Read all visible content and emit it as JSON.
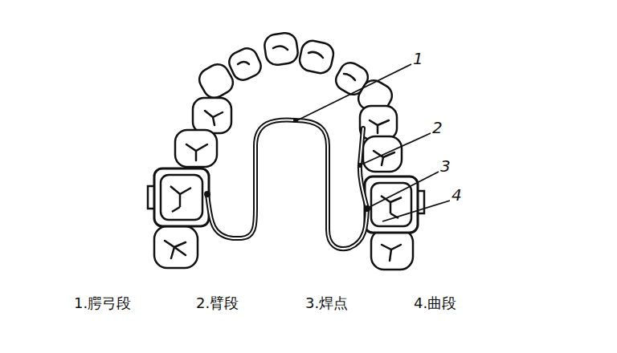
{
  "diagram": {
    "labels": [
      "1",
      "2",
      "3",
      "4",
      "1.腭弓段",
      "2.臂段",
      "3.焊点",
      "4.曲段"
    ]
  }
}
